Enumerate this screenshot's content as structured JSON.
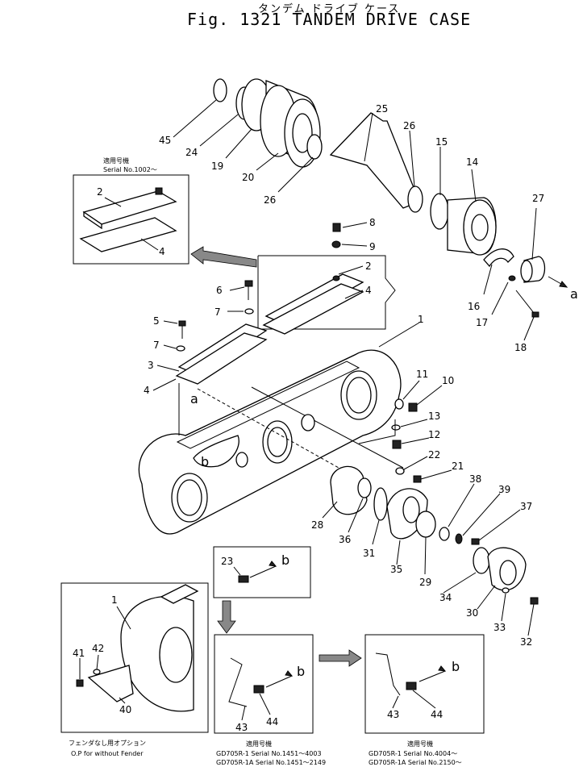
{
  "figure": {
    "title_jp": "タンデム ドライブ ケース",
    "title": "Fig. 1321  TANDEM DRIVE CASE"
  },
  "captions": {
    "inset_top_jp": "適用号機",
    "inset_top_serial": "Serial No.1002～",
    "inset_fender_jp": "フェンダなし用オプション",
    "inset_fender_en": "O.P for without Fender",
    "inset_mid_jp": "適用号機",
    "inset_mid_line1": "GD705R-1   Serial No.1451～4003",
    "inset_mid_line2": "GD705R-1A  Serial No.1451～2149",
    "inset_right_jp": "適用号機",
    "inset_right_line1": "GD705R-1   Serial No.4004～",
    "inset_right_line2": "GD705R-1A  Serial No.2150～"
  },
  "reference_letters": {
    "a": "a",
    "b": "b"
  },
  "callouts": [
    "45",
    "24",
    "19",
    "20",
    "26",
    "25",
    "26",
    "15",
    "14",
    "27",
    "2",
    "4",
    "8",
    "9",
    "2",
    "4",
    "6",
    "7",
    "5",
    "7",
    "3",
    "4",
    "1",
    "16",
    "17",
    "18",
    "11",
    "10",
    "13",
    "12",
    "22",
    "21",
    "38",
    "39",
    "37",
    "28",
    "36",
    "31",
    "35",
    "29",
    "34",
    "30",
    "33",
    "32",
    "23",
    "1",
    "41",
    "42",
    "40",
    "43",
    "44",
    "43",
    "44"
  ]
}
